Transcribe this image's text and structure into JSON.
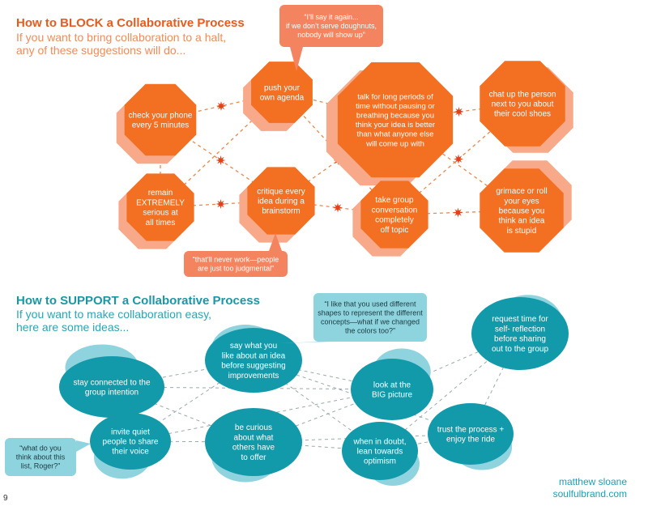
{
  "block": {
    "title": "How to BLOCK a Collaborative Process",
    "subtitle": "If you want to bring collaboration to a halt,\nany of these suggestions will do...",
    "nodes": [
      {
        "id": "phone",
        "text": "check your phone\nevery 5 minutes"
      },
      {
        "id": "agenda",
        "text": "push your\nown agenda"
      },
      {
        "id": "talk",
        "text": "talk for long periods of\ntime without pausing or\nbreathing because you\nthink your idea is better\nthan what anyone else\nwill come up with"
      },
      {
        "id": "shoes",
        "text": "chat up the person\nnext to you about\ntheir cool shoes"
      },
      {
        "id": "serious",
        "text": "remain\nEXTREMELY\nserious at\nall times"
      },
      {
        "id": "critique",
        "text": "critique every\nidea during a\nbrainstorm"
      },
      {
        "id": "offtopic",
        "text": "take group\nconversation\ncompletely\noff topic"
      },
      {
        "id": "grimace",
        "text": "grimace or roll\nyour eyes\nbecause you\nthink an idea\nis stupid"
      }
    ],
    "callouts": [
      {
        "id": "doughnuts",
        "text": "“I’ll say it again...\nif we don’t serve doughnuts,\nnobody will show up”"
      },
      {
        "id": "judgmental",
        "text": "“that’ll never work—people\nare just too judgmental”"
      }
    ]
  },
  "support": {
    "title": "How to SUPPORT a Collaborative Process",
    "subtitle": "If you want to make collaboration easy,\nhere are some ideas...",
    "nodes": [
      {
        "id": "intention",
        "text": "stay connected to the\ngroup intention"
      },
      {
        "id": "sayliike",
        "text": "say what you\nlike about an idea\nbefore suggesting\nimprovements"
      },
      {
        "id": "bigpic",
        "text": "look at the\nBIG picture"
      },
      {
        "id": "reflect",
        "text": "request time for\nself- reflection\nbefore sharing\nout to the group"
      },
      {
        "id": "quiet",
        "text": "invite quiet\npeople to share\ntheir voice"
      },
      {
        "id": "curious",
        "text": "be curious\nabout what\nothers have\nto offer"
      },
      {
        "id": "optimism",
        "text": "when in doubt,\nlean towards\noptimism"
      },
      {
        "id": "trust",
        "text": "trust the process +\nenjoy the ride"
      }
    ],
    "callouts": [
      {
        "id": "shapes",
        "text": "“I like that you used different\nshapes to represent the different\nconcepts—what if we changed\nthe colors too?”"
      },
      {
        "id": "roger",
        "text": "“what do you\nthink about this\nlist, Roger?”"
      }
    ]
  },
  "credit": "matthew sloane\nsoulfulbrand.com",
  "page_number": "9",
  "colors": {
    "orange": "#f36f21",
    "orange_shadow": "#f7a98a",
    "orange_callout": "#f4845f",
    "teal": "#129aab",
    "teal_shadow": "#8fd3df",
    "teal_callout": "#8dd4de",
    "connector_orange": "#e8894f",
    "connector_teal": "#9aa9ad"
  }
}
